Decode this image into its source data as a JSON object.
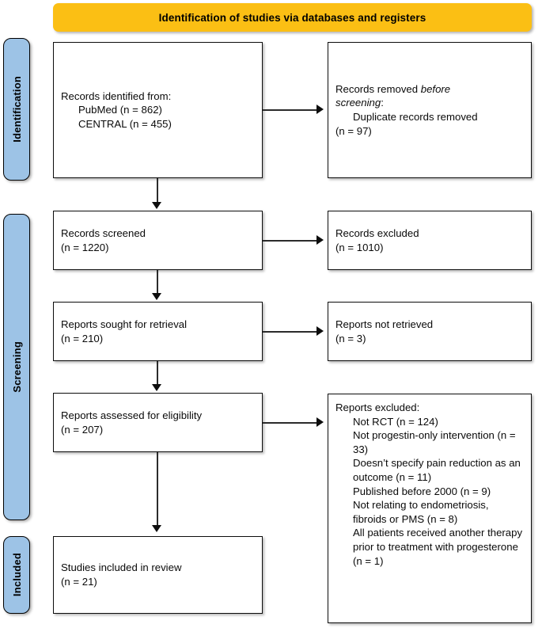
{
  "diagram": {
    "title": "Identification of studies via databases and registers",
    "colors": {
      "banner": "#fbbf14",
      "stage_bar": "#9dc3e6",
      "box_border": "#0d0d0d",
      "connector": "#2b2b2b",
      "background": "#ffffff"
    }
  },
  "stages": [
    {
      "label": "Identification"
    },
    {
      "label": "Screening"
    },
    {
      "label": "Included"
    }
  ],
  "boxes": {
    "records_identified": {
      "line1": "Records identified from:",
      "line2": "PubMed (n = 862)",
      "line3": "CENTRAL (n = 455)"
    },
    "records_removed": {
      "line1_a": "Records removed ",
      "line1_b": "before",
      "line2_a": "screening",
      "line2_b": ":",
      "line3": "Duplicate records removed",
      "line4": "(n = 97)"
    },
    "records_screened": {
      "line1": "Records screened",
      "line2": "(n = 1220)"
    },
    "records_excluded": {
      "line1": "Records excluded",
      "line2": "(n = 1010)"
    },
    "reports_sought": {
      "line1": "Reports sought for retrieval",
      "line2": "(n = 210)"
    },
    "reports_not_retrieved": {
      "line1": "Reports not retrieved",
      "line2": "(n = 3)"
    },
    "reports_assessed": {
      "line1": "Reports assessed for eligibility",
      "line2": "(n = 207)"
    },
    "reports_excluded": {
      "heading": "Reports excluded:",
      "reasons": [
        "Not RCT (n = 124)",
        "Not progestin-only intervention (n = 33)",
        "Doesn’t specify pain reduction as an outcome (n = 11)",
        "Published before 2000 (n = 9)",
        "Not relating to endometriosis, fibroids or PMS (n = 8)",
        "All patients received another therapy prior to treatment with progesterone (n = 1)"
      ]
    },
    "studies_included": {
      "line1": "Studies included in review",
      "line2": "(n = 21)"
    }
  }
}
